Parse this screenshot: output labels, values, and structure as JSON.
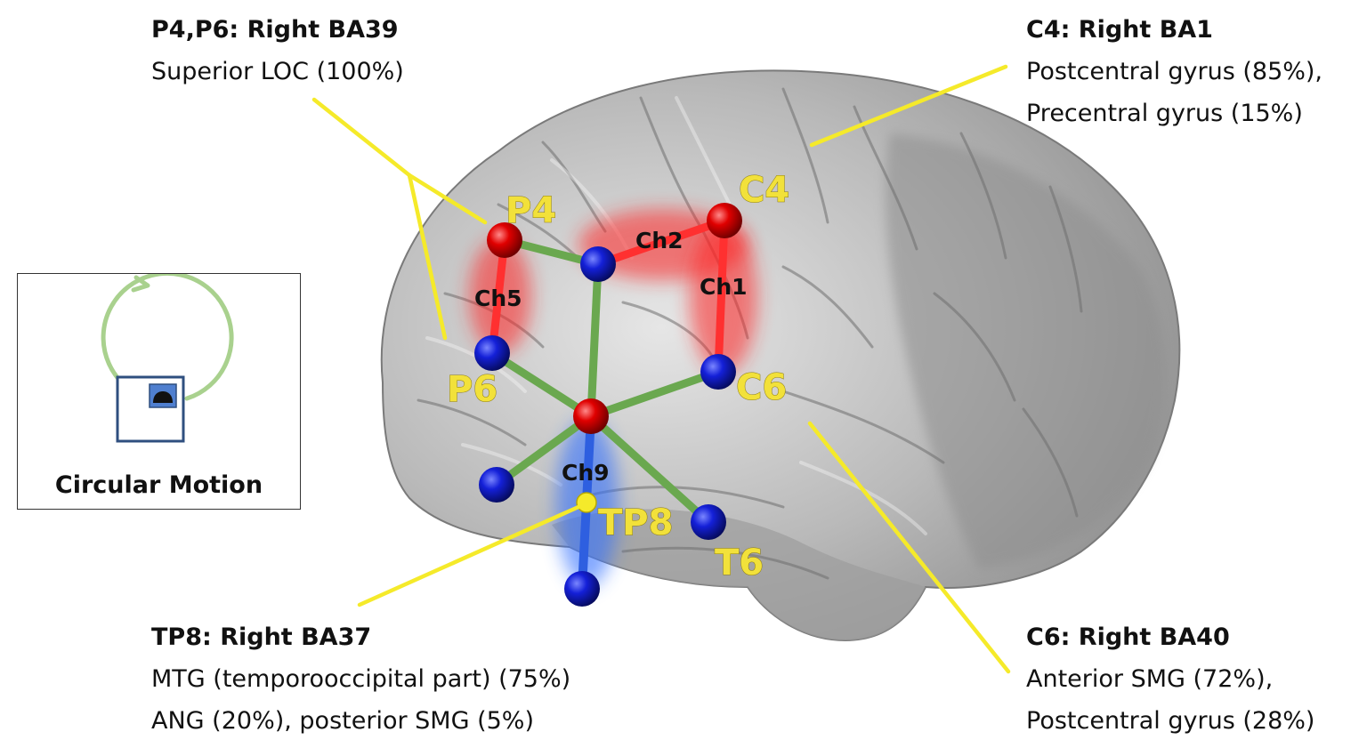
{
  "annotations": {
    "p4p6": {
      "title": "P4,P6: Right BA39",
      "lines": [
        "Superior LOC (100%)"
      ]
    },
    "c4": {
      "title": "C4: Right BA1",
      "lines": [
        "Postcentral gyrus (85%),",
        "Precentral gyrus (15%)"
      ]
    },
    "tp8": {
      "title": "TP8: Right BA37",
      "lines": [
        "MTG (temporooccipital part) (75%)",
        "ANG (20%), posterior SMG (5%)"
      ]
    },
    "c6": {
      "title": "C6: Right BA40",
      "lines": [
        "Anterior SMG (72%),",
        "Postcentral gyrus (28%)"
      ]
    }
  },
  "electrodes": {
    "p4": "P4",
    "p6": "P6",
    "c4": "C4",
    "c6": "C6",
    "tp8": "TP8",
    "t6": "T6"
  },
  "channels": {
    "ch1": "Ch1",
    "ch2": "Ch2",
    "ch5": "Ch5",
    "ch9": "Ch9"
  },
  "inset": {
    "label": "Circular Motion"
  },
  "colors": {
    "source": "#d40000",
    "detector": "#1018c8",
    "link": "#6aa84f",
    "active_red": "#ff3030",
    "active_blue": "#3f7df0",
    "leader": "#f5ea2a",
    "electrode_label": "#f2e13a"
  }
}
